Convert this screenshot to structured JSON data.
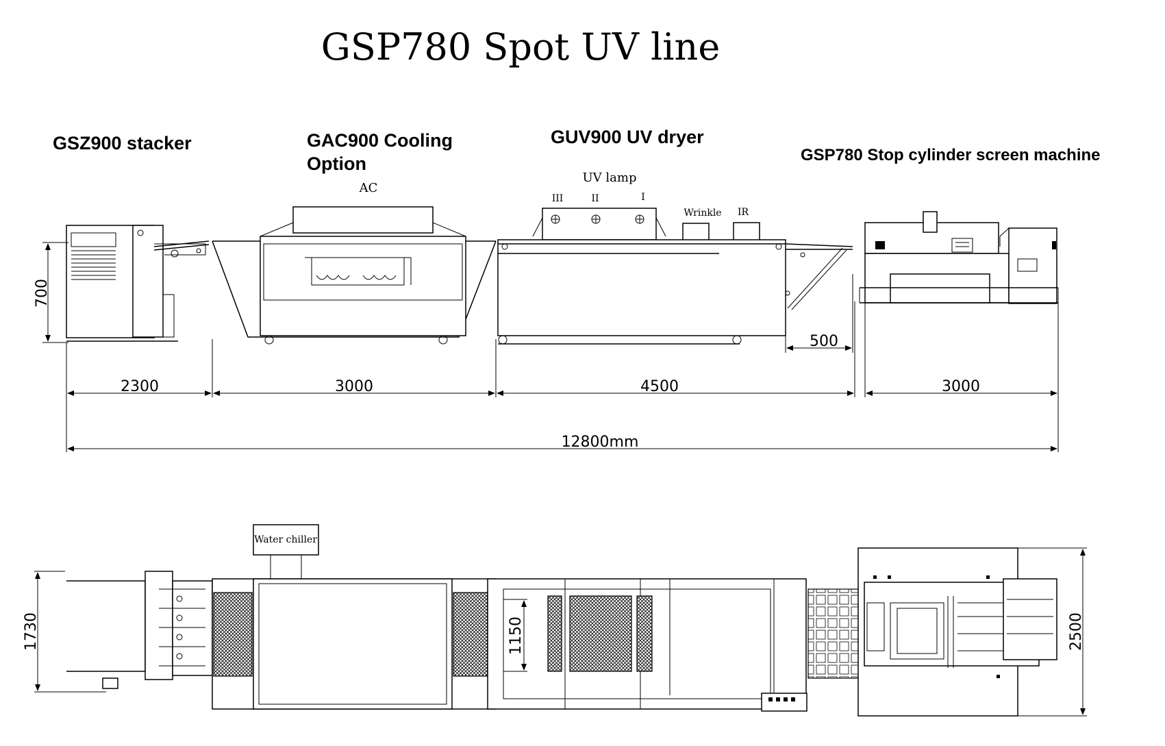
{
  "title": "GSP780 Spot UV line",
  "headings": {
    "stacker": "GSZ900 stacker",
    "cooling_line1": "GAC900 Cooling",
    "cooling_line2": "Option",
    "dryer": "GUV900 UV dryer",
    "screen": "GSP780 Stop cylinder screen machine"
  },
  "notes": {
    "ac": "AC",
    "uv_lamp": "UV lamp",
    "lamp_iii": "III",
    "lamp_ii": "II",
    "lamp_i": "I",
    "wrinkle": "Wrinkle",
    "ir": "IR",
    "water_chiller": "Water chiller"
  },
  "dimensions": {
    "stacker_height": "700",
    "gap": "500",
    "seg_stacker": "2300",
    "seg_cooling": "3000",
    "seg_dryer": "4500",
    "seg_screen": "3000",
    "total": "12800mm",
    "plan_width_stacker": "1730",
    "plan_belt": "1150",
    "plan_width_screen": "2500"
  }
}
